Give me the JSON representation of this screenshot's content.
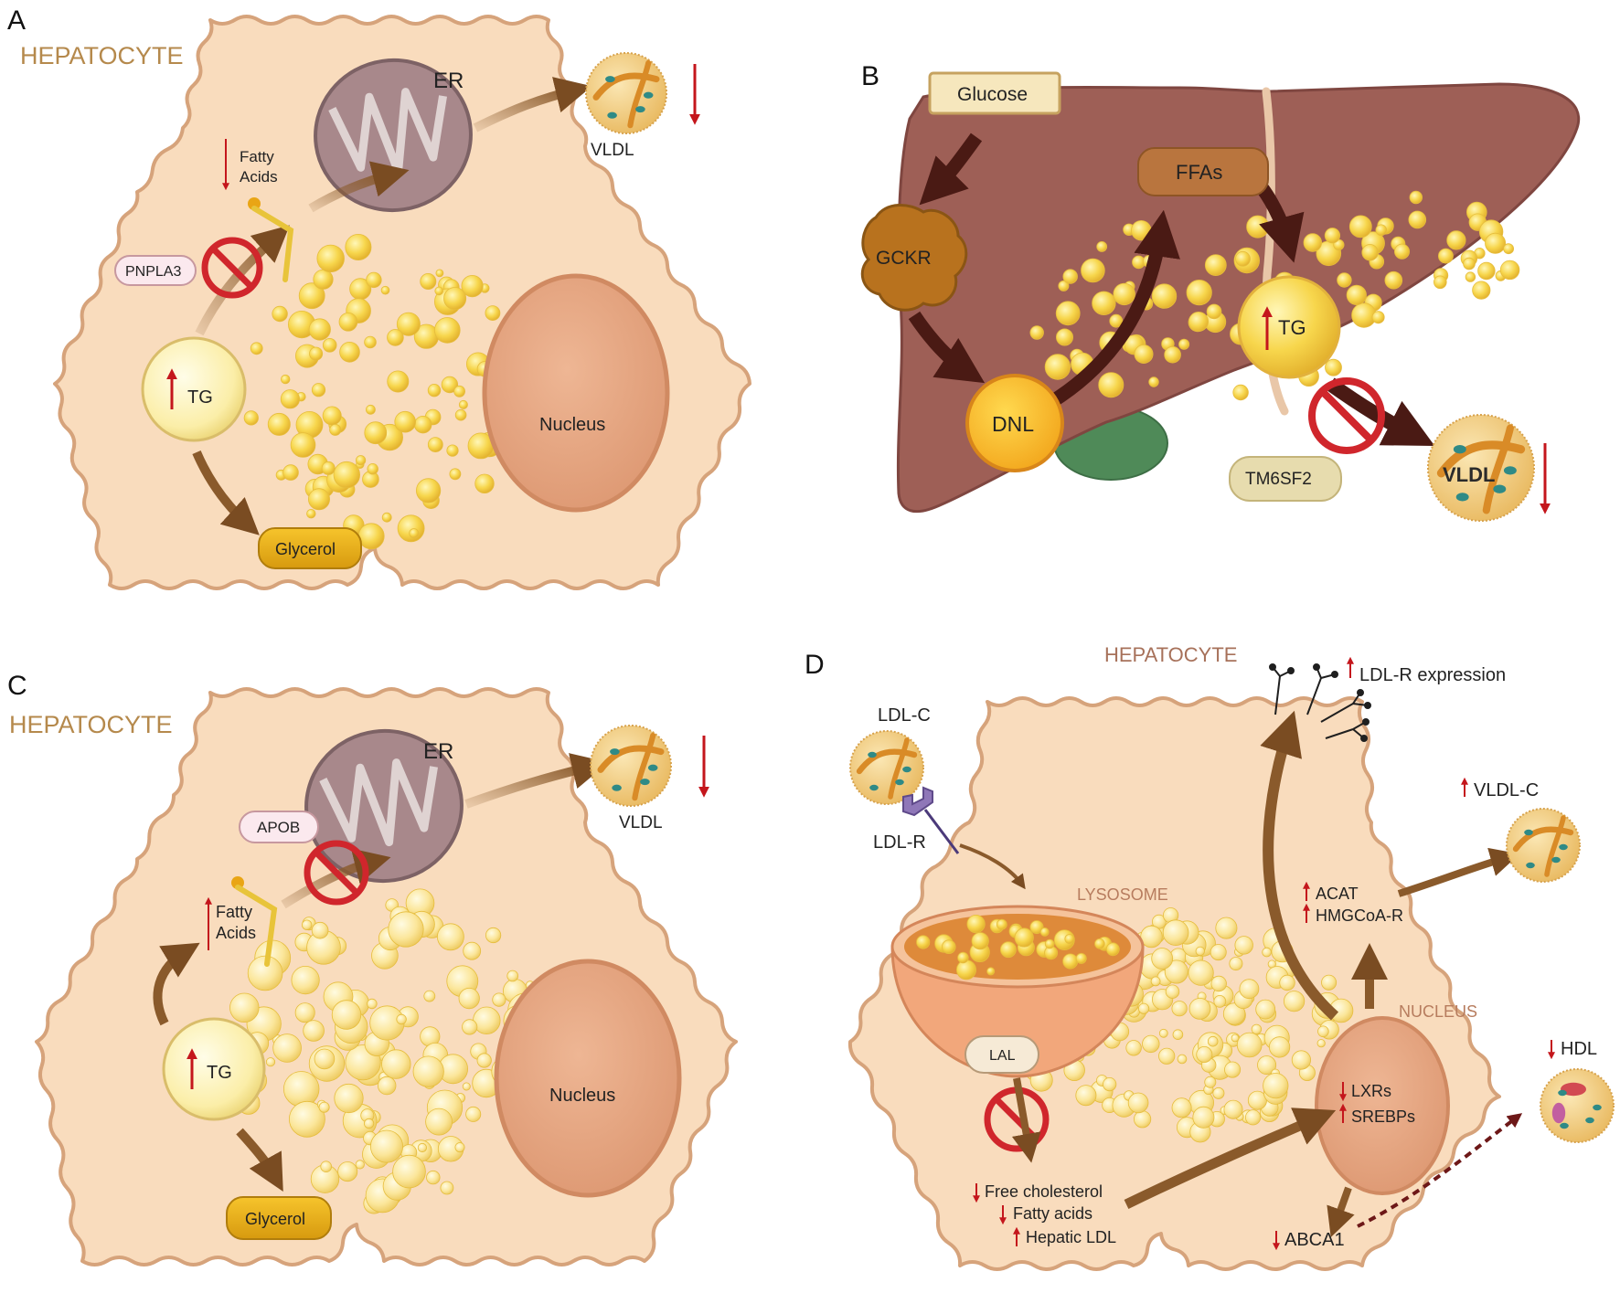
{
  "panels": {
    "a": {
      "letter": "A",
      "title": "HEPATOCYTE",
      "er": "ER",
      "vldl": "VLDL",
      "fatty_acids_1": "Fatty",
      "fatty_acids_2": "Acids",
      "pnpla3": "PNPLA3",
      "tg": "TG",
      "nucleus": "Nucleus",
      "glycerol": "Glycerol"
    },
    "b": {
      "letter": "B",
      "glucose": "Glucose",
      "gckr": "GCKR",
      "ffas": "FFAs",
      "dnl": "DNL",
      "tg": "TG",
      "tm6sf2": "TM6SF2",
      "vldl": "VLDL"
    },
    "c": {
      "letter": "C",
      "title": "HEPATOCYTE",
      "er": "ER",
      "vldl": "VLDL",
      "apob": "APOB",
      "fatty_acids_1": "Fatty",
      "fatty_acids_2": "Acids",
      "tg": "TG",
      "nucleus": "Nucleus",
      "glycerol": "Glycerol"
    },
    "d": {
      "letter": "D",
      "title": "HEPATOCYTE",
      "ldlr_expression": "LDL-R expression",
      "ldl_c": "LDL-C",
      "ldl_r": "LDL-R",
      "lysosome": "LYSOSOME",
      "vldl_c": "VLDL-C",
      "acat": "ACAT",
      "hmgcoa_r": "HMGCoA-R",
      "nucleus": "NUCLEUS",
      "lal": "LAL",
      "lxrs": "LXRs",
      "srebps": "SREBPs",
      "hdl": "HDL",
      "free_cholesterol": "Free cholesterol",
      "fatty_acids": "Fatty acids",
      "hepatic_ldl": "Hepatic LDL",
      "abca1": "ABCA1"
    }
  },
  "colors": {
    "cell_fill": "#f9dcbd",
    "cell_stroke": "#d6a37b",
    "liver": "#9e5f56",
    "arrow_brown": "#8a5a2b",
    "red_arrow": "#c4161c",
    "inhibit_red": "#d0262c",
    "droplet": "#f7d64c",
    "nucleus": "#e7a884"
  }
}
